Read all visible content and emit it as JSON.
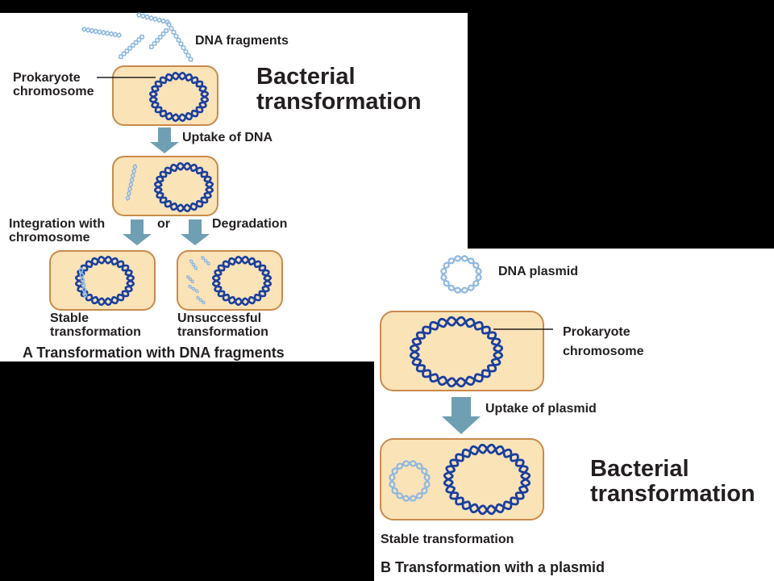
{
  "panel_a": {
    "dna_fragments": "DNA fragments",
    "prokaryote_chromosome": "Prokaryote\nchromosome",
    "title": "Bacterial\ntransformation",
    "uptake": "Uptake of DNA",
    "integration": "Integration with\nchromosome",
    "or": "or",
    "degradation": "Degradation",
    "stable": "Stable\ntransformation",
    "unsuccessful": "Unsuccessful\ntransformation",
    "caption": "A  Transformation with DNA fragments"
  },
  "panel_b": {
    "dna_plasmid": "DNA plasmid",
    "prokaryote_chromosome": "Prokaryote\nchromosome",
    "uptake": "Uptake of plasmid",
    "title": "Bacterial\ntransformation",
    "stable": "Stable transformation",
    "caption": "B  Transformation with a plasmid"
  },
  "colors": {
    "cell_fill": "#fbe3b8",
    "cell_stroke": "#c98a4b",
    "chromosome_dark": "#1a3f9e",
    "dna_light": "#8fb8e0",
    "arrow": "#6f9fb3",
    "background": "#000000",
    "panel": "#ffffff"
  }
}
